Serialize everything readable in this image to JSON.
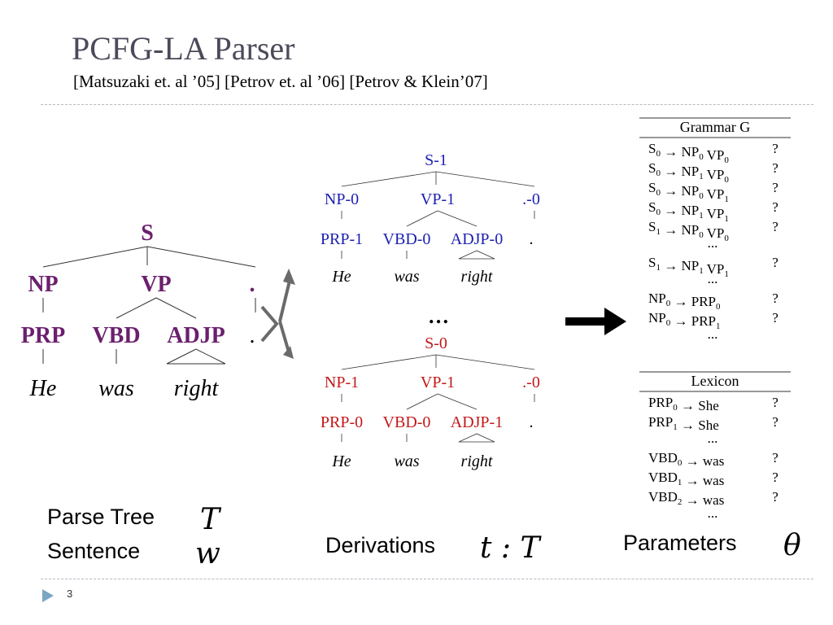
{
  "slide": {
    "title": "PCFG-LA Parser",
    "citation": "[Matsuzaki et. al ’05] [Petrov et. al ’06] [Petrov & Klein’07]",
    "number": "3",
    "colors": {
      "title": "#4a4a5a",
      "main_tree": "#6b1f6e",
      "tree_blue": "#1a1fb0",
      "tree_red": "#c21818",
      "rule": "#333333"
    }
  },
  "main_tree": {
    "root": "S",
    "np": "NP",
    "vp": "VP",
    "punct": ".",
    "prp": "PRP",
    "vbd": "VBD",
    "adjp": "ADJP",
    "punct_pos": ".",
    "words": [
      "He",
      "was",
      "right"
    ]
  },
  "derivation_1": {
    "root": "S-1",
    "np": "NP-0",
    "vp": "VP-1",
    "punct": ".-0",
    "prp": "PRP-1",
    "vbd": "VBD-0",
    "adjp": "ADJP-0",
    "punct_pos": ".",
    "words": [
      "He",
      "was",
      "right"
    ]
  },
  "ellipsis": "…",
  "derivation_2": {
    "root": "S-0",
    "np": "NP-1",
    "vp": "VP-1",
    "punct": ".-0",
    "prp": "PRP-0",
    "vbd": "VBD-0",
    "adjp": "ADJP-1",
    "punct_pos": ".",
    "words": [
      "He",
      "was",
      "right"
    ]
  },
  "grammar": {
    "header": "Grammar G",
    "rows": [
      {
        "lhs": "S",
        "lhs_sub": "0",
        "r1": "NP",
        "r1_sub": "0",
        "r2": "VP",
        "r2_sub": "0",
        "value": "?"
      },
      {
        "lhs": "S",
        "lhs_sub": "0",
        "r1": "NP",
        "r1_sub": "1",
        "r2": "VP",
        "r2_sub": "0",
        "value": "?"
      },
      {
        "lhs": "S",
        "lhs_sub": "0",
        "r1": "NP",
        "r1_sub": "0",
        "r2": "VP",
        "r2_sub": "1",
        "value": "?"
      },
      {
        "lhs": "S",
        "lhs_sub": "0",
        "r1": "NP",
        "r1_sub": "1",
        "r2": "VP",
        "r2_sub": "1",
        "value": "?"
      },
      {
        "lhs": "S",
        "lhs_sub": "1",
        "r1": "NP",
        "r1_sub": "0",
        "r2": "VP",
        "r2_sub": "0",
        "value": "?"
      },
      {
        "ellipsis": "..."
      },
      {
        "lhs": "S",
        "lhs_sub": "1",
        "r1": "NP",
        "r1_sub": "1",
        "r2": "VP",
        "r2_sub": "1",
        "value": "?"
      },
      {
        "ellipsis": "..."
      },
      {
        "lhs": "NP",
        "lhs_sub": "0",
        "r1": "PRP",
        "r1_sub": "0",
        "r2": "",
        "r2_sub": "",
        "value": "?"
      },
      {
        "lhs": "NP",
        "lhs_sub": "0",
        "r1": "PRP",
        "r1_sub": "1",
        "r2": "",
        "r2_sub": "",
        "value": "?"
      },
      {
        "ellipsis": "..."
      }
    ]
  },
  "lexicon": {
    "header": "Lexicon",
    "rows": [
      {
        "lhs": "PRP",
        "lhs_sub": "0",
        "r1": "She",
        "r1_sub": "",
        "value": "?"
      },
      {
        "lhs": "PRP",
        "lhs_sub": "1",
        "r1": "She",
        "r1_sub": "",
        "value": "?"
      },
      {
        "ellipsis": "..."
      },
      {
        "lhs": "VBD",
        "lhs_sub": "0",
        "r1": "was",
        "r1_sub": "",
        "value": "?"
      },
      {
        "lhs": "VBD",
        "lhs_sub": "1",
        "r1": "was",
        "r1_sub": "",
        "value": "?"
      },
      {
        "lhs": "VBD",
        "lhs_sub": "2",
        "r1": "was",
        "r1_sub": "",
        "value": "?"
      },
      {
        "ellipsis": "..."
      }
    ]
  },
  "labels": {
    "parse_tree": "Parse Tree",
    "parse_tree_sym": "T",
    "sentence": "Sentence",
    "sentence_sym": "w",
    "derivations": "Derivations",
    "derivations_sym": "t : T",
    "parameters": "Parameters",
    "parameters_sym": "θ"
  }
}
